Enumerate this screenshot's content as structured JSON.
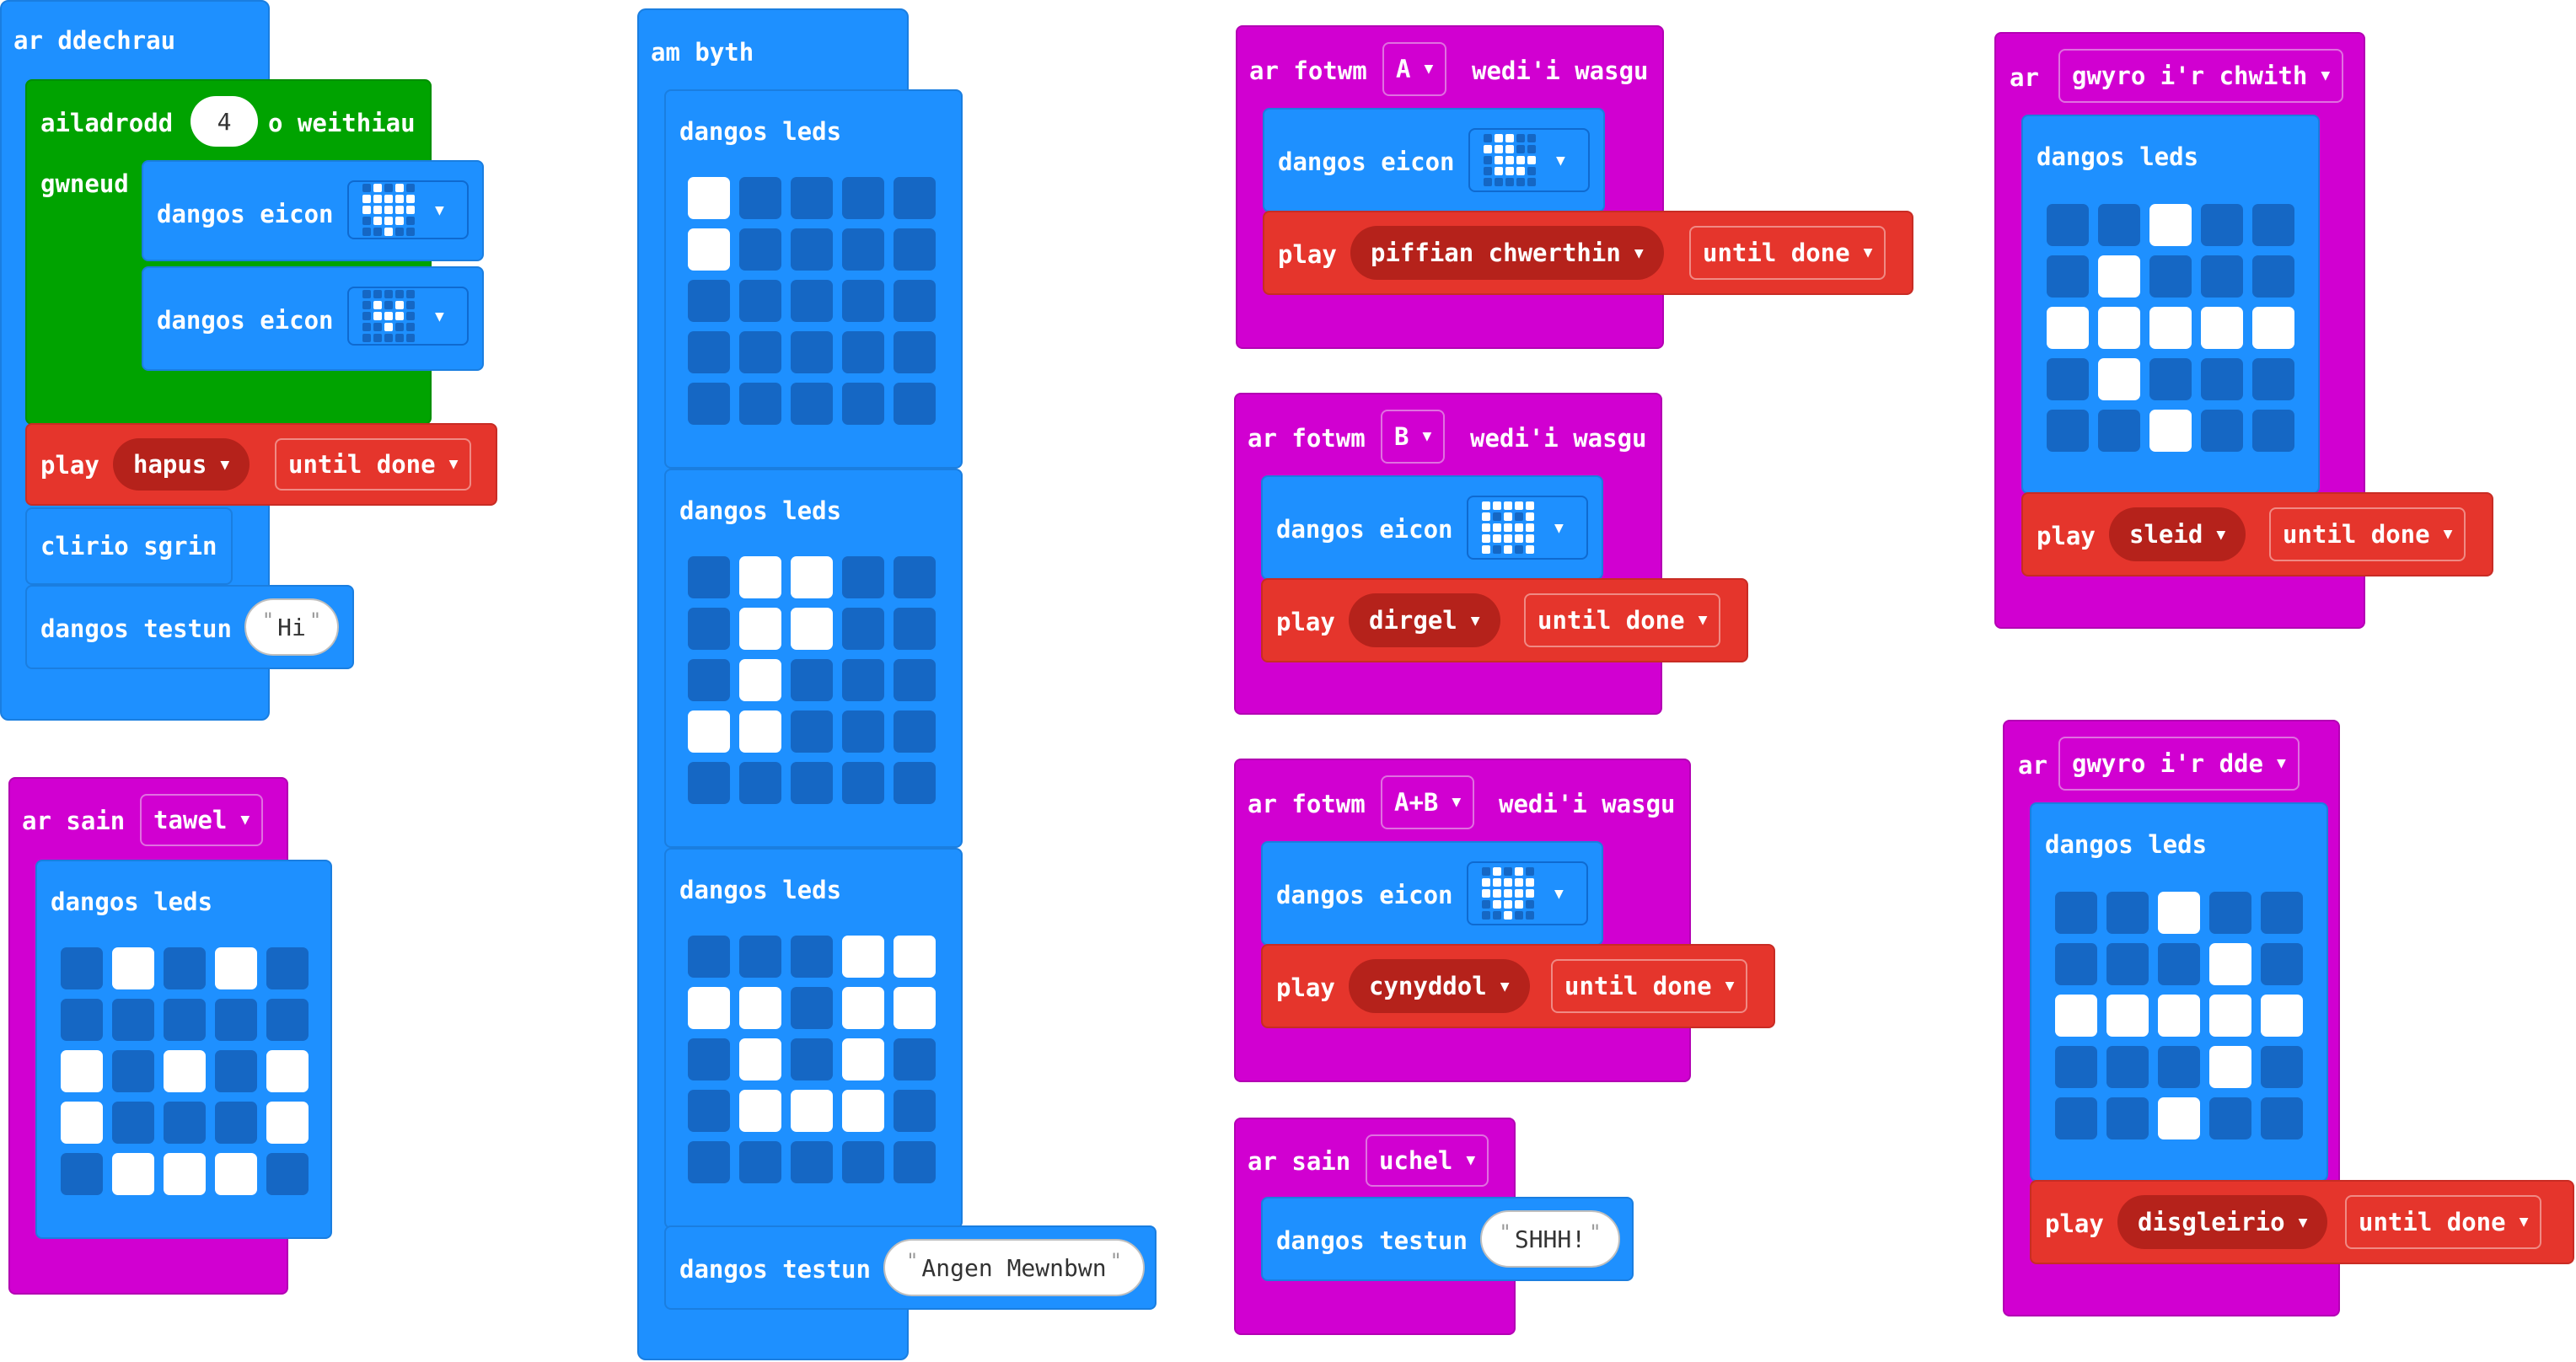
{
  "glyphs": {
    "arrow": "▼",
    "open_quote": "\"",
    "close_quote": "\""
  },
  "colors": {
    "basic": "#1e90ff",
    "loops": "#00a300",
    "music": "#e5352c",
    "input": "#d100d1",
    "led_off": "#1567c4",
    "led_on": "#ffffff"
  },
  "on_start": {
    "hat": "ar ddechrau",
    "repeat": {
      "label_before": "ailadrodd",
      "count": "4",
      "label_after": "o weithiau",
      "do_label": "gwneud"
    },
    "show_icon_label": "dangos eicon",
    "icon_1": "heart-icon",
    "icon_2": "small-heart-icon",
    "play": {
      "label": "play",
      "sound": "hapus",
      "mode": "until done"
    },
    "clear": "clirio sgrin",
    "show_string": {
      "label": "dangos testun",
      "value": "Hi"
    }
  },
  "on_sound_quiet": {
    "hat_prefix": "ar sain",
    "level": "tawel",
    "show_leds": "dangos leds",
    "leds": [
      0,
      1,
      0,
      1,
      0,
      0,
      0,
      0,
      0,
      0,
      1,
      0,
      1,
      0,
      1,
      1,
      0,
      0,
      0,
      1,
      0,
      1,
      1,
      1,
      0
    ]
  },
  "forever": {
    "hat": "am byth",
    "show_leds": "dangos leds",
    "frame_1": [
      1,
      0,
      0,
      0,
      0,
      1,
      0,
      0,
      0,
      0,
      0,
      0,
      0,
      0,
      0,
      0,
      0,
      0,
      0,
      0,
      0,
      0,
      0,
      0,
      0
    ],
    "frame_2": [
      0,
      1,
      1,
      0,
      0,
      0,
      1,
      1,
      0,
      0,
      0,
      1,
      0,
      0,
      0,
      1,
      1,
      0,
      0,
      0,
      0,
      0,
      0,
      0,
      0
    ],
    "frame_3": [
      0,
      0,
      0,
      1,
      1,
      1,
      1,
      0,
      1,
      1,
      0,
      1,
      0,
      1,
      0,
      0,
      1,
      1,
      1,
      0,
      0,
      0,
      0,
      0,
      0
    ],
    "show_string": {
      "label": "dangos testun",
      "value": "Angen Mewnbwn"
    }
  },
  "button_a": {
    "prefix": "ar fotwm",
    "button": "A",
    "suffix": "wedi'i wasgu",
    "show_icon_label": "dangos eicon",
    "icon": "duck-icon",
    "play": {
      "label": "play",
      "sound": "piffian chwerthin",
      "mode": "until done"
    }
  },
  "button_b": {
    "prefix": "ar fotwm",
    "button": "B",
    "suffix": "wedi'i wasgu",
    "show_icon_label": "dangos eicon",
    "icon": "ghost-icon",
    "play": {
      "label": "play",
      "sound": "dirgel",
      "mode": "until done"
    }
  },
  "button_ab": {
    "prefix": "ar fotwm",
    "button": "A+B",
    "suffix": "wedi'i wasgu",
    "show_icon_label": "dangos eicon",
    "icon": "heart-icon",
    "play": {
      "label": "play",
      "sound": "cynyddol",
      "mode": "until done"
    }
  },
  "on_sound_loud": {
    "hat_prefix": "ar sain",
    "level": "uchel",
    "show_string": {
      "label": "dangos testun",
      "value": "SHHH!"
    }
  },
  "tilt_left": {
    "prefix": "ar",
    "gesture": "gwyro i'r chwith",
    "show_leds": "dangos leds",
    "leds": [
      0,
      0,
      1,
      0,
      0,
      0,
      1,
      0,
      0,
      0,
      1,
      1,
      1,
      1,
      1,
      0,
      1,
      0,
      0,
      0,
      0,
      0,
      1,
      0,
      0
    ],
    "play": {
      "label": "play",
      "sound": "sleid",
      "mode": "until done"
    }
  },
  "tilt_right": {
    "prefix": "ar",
    "gesture": "gwyro i'r dde",
    "show_leds": "dangos leds",
    "leds": [
      0,
      0,
      1,
      0,
      0,
      0,
      0,
      0,
      1,
      0,
      1,
      1,
      1,
      1,
      1,
      0,
      0,
      0,
      1,
      0,
      0,
      0,
      1,
      0,
      0
    ],
    "play": {
      "label": "play",
      "sound": "disgleirio",
      "mode": "until done"
    }
  },
  "mini_icons": {
    "heart-icon": [
      0,
      1,
      0,
      1,
      0,
      1,
      1,
      1,
      1,
      1,
      1,
      1,
      1,
      1,
      1,
      0,
      1,
      1,
      1,
      0,
      0,
      0,
      1,
      0,
      0
    ],
    "small-heart-icon": [
      0,
      0,
      0,
      0,
      0,
      0,
      1,
      0,
      1,
      0,
      0,
      1,
      1,
      1,
      0,
      0,
      0,
      1,
      0,
      0,
      0,
      0,
      0,
      0,
      0
    ],
    "duck-icon": [
      0,
      1,
      1,
      0,
      0,
      1,
      1,
      1,
      0,
      0,
      0,
      1,
      1,
      1,
      1,
      0,
      1,
      1,
      1,
      0,
      0,
      0,
      0,
      0,
      0
    ],
    "ghost-icon": [
      1,
      1,
      1,
      1,
      1,
      1,
      0,
      1,
      0,
      1,
      1,
      1,
      1,
      1,
      1,
      1,
      1,
      1,
      1,
      1,
      1,
      0,
      1,
      0,
      1
    ]
  }
}
